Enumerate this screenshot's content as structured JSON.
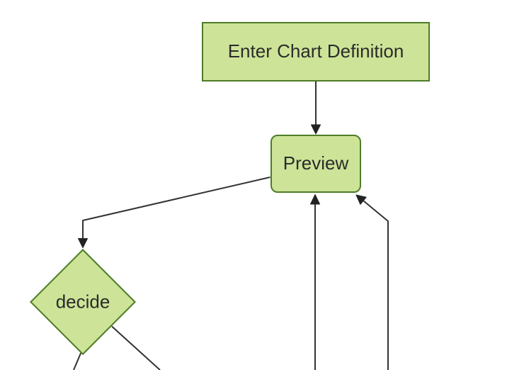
{
  "diagram": {
    "type": "flowchart-top-down",
    "colors": {
      "bg_color": "#ffffff",
      "node_fill": "#cde498",
      "node_border": "#4e7c28",
      "edge_color": "#333333",
      "arrow_color": "#222222",
      "text_color": "#2b2b2b"
    },
    "nodes": [
      {
        "id": "enter-chart-definition",
        "shape": "rectangle",
        "label": "Enter Chart Definition"
      },
      {
        "id": "preview",
        "shape": "rounded-rectangle",
        "label": "Preview"
      },
      {
        "id": "decide",
        "shape": "diamond",
        "label": "decide"
      }
    ],
    "edges": [
      {
        "from": "enter-chart-definition",
        "to": "preview",
        "arrowhead": true
      },
      {
        "from": "preview",
        "to": "decide",
        "arrowhead": true
      },
      {
        "from": "offscreen-bottom-center",
        "to": "preview",
        "arrowhead": true
      },
      {
        "from": "offscreen-bottom-right",
        "to": "preview",
        "arrowhead": true
      },
      {
        "from": "decide",
        "to": "offscreen-bottom-left",
        "arrowhead": false
      },
      {
        "from": "decide",
        "to": "offscreen-bottom-right",
        "arrowhead": false
      }
    ]
  }
}
